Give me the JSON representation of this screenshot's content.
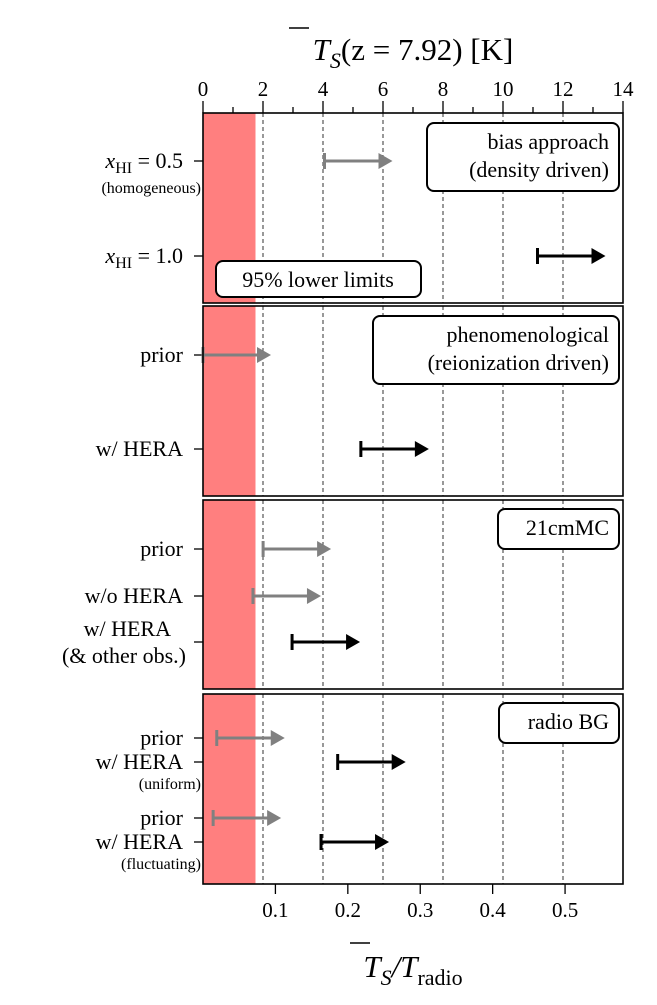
{
  "chart_data": {
    "type": "interval-arrows",
    "title": "",
    "top_axis": {
      "label_main": "T",
      "label_sub": "S",
      "label_rest": "(z = 7.92) [K]",
      "lim": [
        0,
        14
      ],
      "ticks": [
        "0",
        "2",
        "4",
        "6",
        "8",
        "10",
        "12",
        "14"
      ]
    },
    "bottom_axis": {
      "label_main": "T",
      "label_sub": "S",
      "label_div": "/T",
      "label_sub2": "radio",
      "lim": [
        0,
        0.58
      ],
      "ticks": [
        "0.1",
        "0.2",
        "0.3",
        "0.4",
        "0.5"
      ]
    },
    "excluded_region": {
      "color": "#ff7f7f",
      "x_end_K": 1.75
    },
    "grid_lines_K": [
      2,
      4,
      6,
      8,
      10,
      12
    ],
    "legend_note": "95% lower limits",
    "colors": {
      "prior": "#808080",
      "hera": "#000000",
      "excluded": "#ff7f7f"
    },
    "panels": [
      {
        "box": [
          "bias approach",
          "(density driven)"
        ],
        "rows": [
          {
            "label": "x",
            "label_sub": "HI",
            "label_rest": " = 0.5",
            "sublabel": "(homogeneous)",
            "lower_K": 4.05,
            "color": "gray"
          },
          {
            "label": "x",
            "label_sub": "HI",
            "label_rest": " = 1.0",
            "sublabel": "",
            "lower_K": 11.15,
            "color": "black"
          }
        ]
      },
      {
        "box": [
          "phenomenological",
          "(reionization driven)"
        ],
        "rows": [
          {
            "label": "prior",
            "sublabel": "",
            "lower_u": 0.0,
            "color": "gray"
          },
          {
            "label": "w/ HERA",
            "sublabel": "",
            "lower_u": 0.218,
            "color": "black"
          }
        ]
      },
      {
        "box": [
          "21cmMC"
        ],
        "rows": [
          {
            "label": "prior",
            "sublabel": "",
            "lower_u": 0.083,
            "color": "gray"
          },
          {
            "label": "w/o HERA",
            "sublabel": "",
            "lower_u": 0.069,
            "color": "gray"
          },
          {
            "label": "w/ HERA",
            "label2": "(& other obs.)",
            "sublabel": "",
            "lower_u": 0.123,
            "color": "black"
          }
        ]
      },
      {
        "box": [
          "radio BG"
        ],
        "rows": [
          {
            "label": "prior",
            "sublabel": "",
            "lower_u": 0.019,
            "color": "gray"
          },
          {
            "label": "w/ HERA",
            "sublabel": "(uniform)",
            "lower_u": 0.186,
            "color": "black"
          },
          {
            "label": "prior",
            "sublabel": "",
            "lower_u": 0.014,
            "color": "gray"
          },
          {
            "label": "w/ HERA",
            "sublabel": "(fluctuating)",
            "lower_u": 0.163,
            "color": "black"
          }
        ]
      }
    ]
  }
}
